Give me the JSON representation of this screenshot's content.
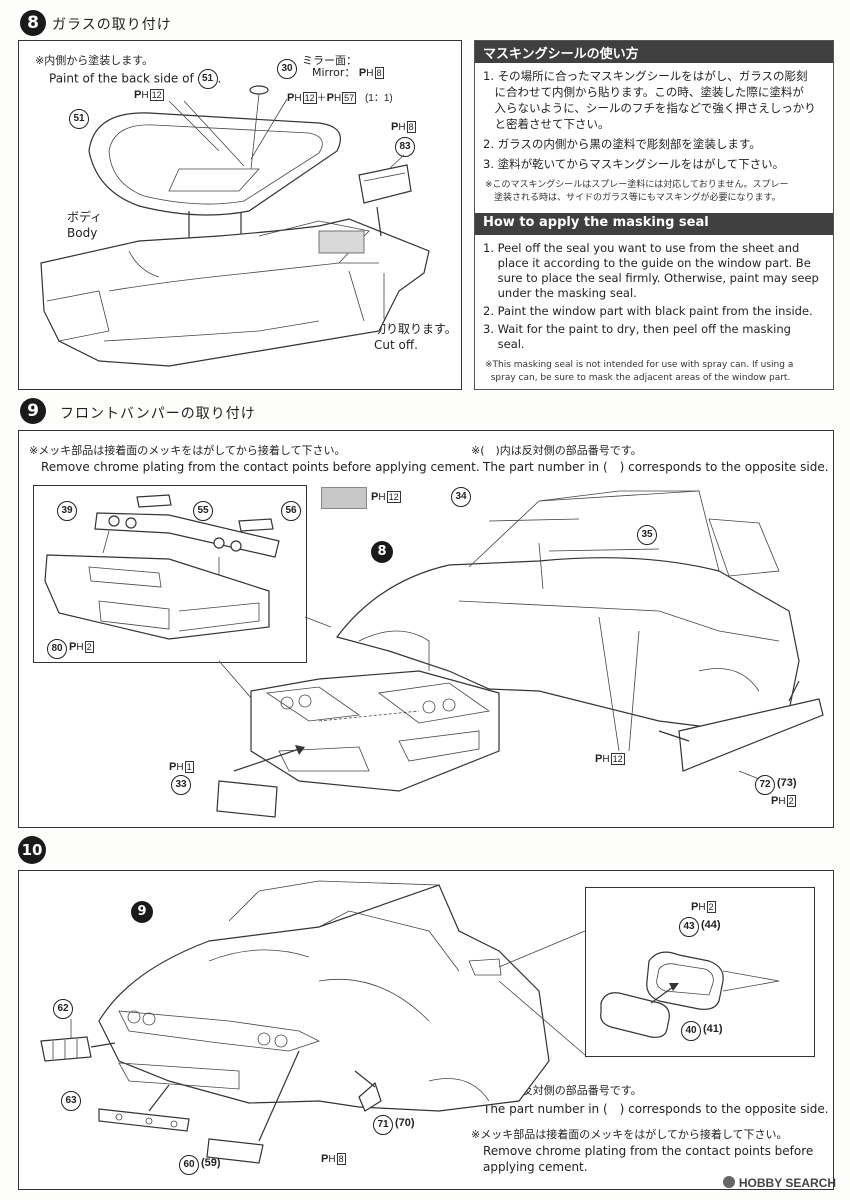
{
  "step8": {
    "number": "8",
    "title": "ガラスの取り付け",
    "note_jp": "※内側から塗装します。",
    "note_en": "Paint of the back side of",
    "note_part": "51",
    "mirror_jp": "ミラー面：",
    "mirror_en": "Mirror：",
    "mirror_ph": "8",
    "part30": "30",
    "ph12a": "12",
    "ph_combo_a": "12",
    "ph_combo_b": "57",
    "ratio": "(1：1)",
    "part51": "51",
    "body_jp": "ボディ",
    "body_en": "Body",
    "ph8": "8",
    "part83": "83",
    "cut_jp": "切り取ります。",
    "cut_en": "Cut off."
  },
  "masking": {
    "head_jp": "マスキングシールの使い方",
    "jp_items": [
      "1. その場所に合ったマスキングシールをはがし、ガラスの彫刻",
      "　に合わせて内側から貼ります。この時、塗装した際に塗料が",
      "　入らないように、シールのフチを指などで強く押さえしっかり",
      "　と密着させて下さい。",
      "2. ガラスの内側から黒の塗料で彫刻部を塗装します。",
      "3. 塗料が乾いてからマスキングシールをはがして下さい。"
    ],
    "jp_small": [
      "※このマスキングシールはスプレー塗料には対応しておりません。スプレー",
      "　塗装される時は、サイドのガラス等にもマスキングが必要になります。"
    ],
    "head_en": "How to apply the masking seal",
    "en_items": [
      "1. Peel off the seal you want to use from the sheet and",
      "    place it according to the guide on the window part. Be",
      "    sure to place the seal firmly. Otherwise, paint may seep",
      "    under the masking seal.",
      "2. Paint the window part with black paint from the inside.",
      "3. Wait for the paint to dry, then peel off the masking",
      "    seal."
    ],
    "en_small": [
      "※This masking seal is not intended for use with spray can. If using a",
      "  spray can, be sure to mask the adjacent areas of the window part."
    ]
  },
  "step9": {
    "number": "9",
    "title": "フロントバンパーの取り付け",
    "note1_jp": "※メッキ部品は接着面のメッキをはがしてから接着して下さい。",
    "note1_en": "Remove chrome plating from the contact points before applying cement.",
    "note2_jp": "※(　)内は反対側の部品番号です。",
    "note2_en": "The part number in (　) corresponds to the opposite side.",
    "swatch_ph": "12",
    "p39": "39",
    "p55": "55",
    "p56": "56",
    "p80": "80",
    "p80_ph": "2",
    "ref8": "8",
    "p34": "34",
    "p35": "35",
    "ph1": "1",
    "p33": "33",
    "ph12": "12",
    "p72": "72",
    "p73": "(73)",
    "ph2": "2"
  },
  "step10": {
    "number": "10",
    "ref9": "9",
    "p62": "62",
    "p63": "63",
    "p60": "60",
    "p59": "(59)",
    "ph8": "8",
    "p71": "71",
    "p70": "(70)",
    "inset_ph": "2",
    "p43": "43",
    "p44": "(44)",
    "p40": "40",
    "p41": "(41)",
    "note1_jp": "※(　)内は反対側の部品番号です。",
    "note1_en": "The part number in (　) corresponds to the opposite side.",
    "note2_jp": "※メッキ部品は接着面のメッキをはがしてから接着して下さい。",
    "note2_en1": "Remove chrome plating from the contact points before",
    "note2_en2": "applying cement."
  },
  "footer": {
    "brand": "HOBBY SEARCH"
  },
  "colors": {
    "badge": "#1a1a1a",
    "mask_head": "#3f3f3f",
    "swatch": "#c8c8c8"
  }
}
